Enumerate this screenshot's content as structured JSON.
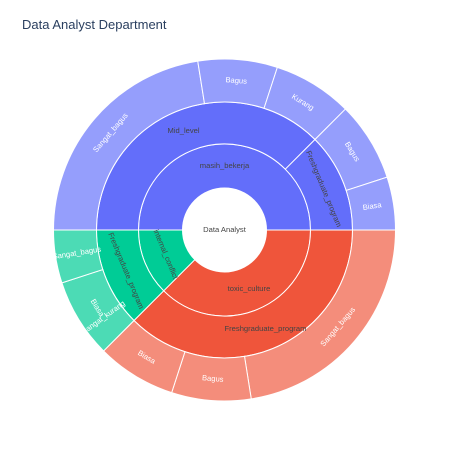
{
  "chart_data": {
    "type": "sunburst",
    "title": "Data Analyst Department",
    "colors": {
      "blue_inner": "#636efa",
      "blue_outer": "#959efc",
      "red_inner": "#ef553b",
      "red_outer": "#f48d7b",
      "green_inner": "#00cc96",
      "green_outer": "#4cdbb5",
      "dark_text": "#444444",
      "light_text": "#ffffff"
    },
    "root": {
      "label": "Data Analyst",
      "value": 40,
      "children": [
        {
          "label": "masih_bekerja",
          "value": 20,
          "color": "blue_inner",
          "children": [
            {
              "label": "Mid_level",
              "value": 15,
              "color": "blue_inner",
              "children": [
                {
                  "label": "Sangat_bagus",
                  "value": 9,
                  "color": "blue_outer"
                },
                {
                  "label": "Bagus",
                  "value": 3,
                  "color": "blue_outer"
                },
                {
                  "label": "Kurang",
                  "value": 3,
                  "color": "blue_outer"
                }
              ]
            },
            {
              "label": "Freshgraduate_program",
              "value": 5,
              "color": "blue_inner",
              "children": [
                {
                  "label": "Bagus",
                  "value": 3,
                  "color": "blue_outer"
                },
                {
                  "label": "Biasa",
                  "value": 2,
                  "color": "blue_outer"
                }
              ]
            }
          ]
        },
        {
          "label": "toxic_culture",
          "value": 15,
          "color": "red_inner",
          "children": [
            {
              "label": "Freshgraduate_program",
              "value": 15,
              "color": "red_inner",
              "children": [
                {
                  "label": "Sangat_bagus",
                  "value": 9,
                  "color": "red_outer"
                },
                {
                  "label": "Bagus",
                  "value": 3,
                  "color": "red_outer"
                },
                {
                  "label": "Biasa",
                  "value": 3,
                  "color": "red_outer"
                },
                {
                  "label": "Sangat_kurang",
                  "value": 2,
                  "color": "red_outer"
                }
              ]
            }
          ]
        },
        {
          "label": "internal_conflict",
          "value": 5,
          "color": "green_inner",
          "children": [
            {
              "label": "Freshgraduate_program",
              "value": 5,
              "color": "green_inner",
              "children": [
                {
                  "label": "Biasa",
                  "value": 3,
                  "color": "green_outer"
                },
                {
                  "label": "Sangat_bagus",
                  "value": 2,
                  "color": "green_outer"
                }
              ]
            }
          ]
        }
      ]
    }
  }
}
